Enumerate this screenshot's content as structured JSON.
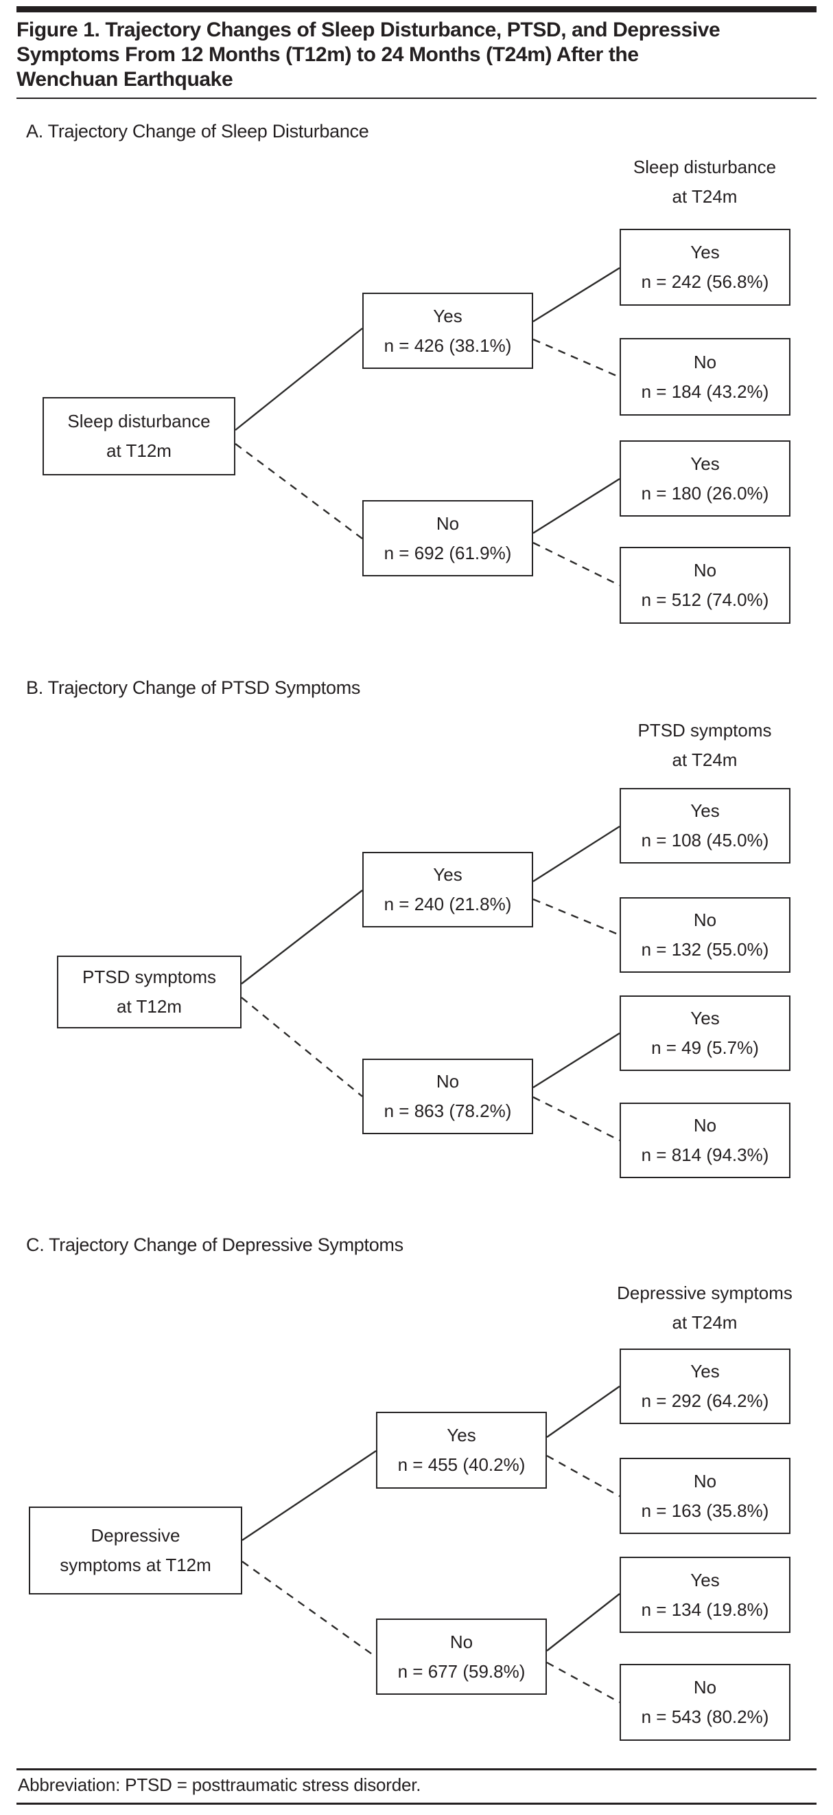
{
  "figure": {
    "title": "Figure 1. Trajectory Changes of Sleep Disturbance, PTSD, and Depressive Symptoms From 12 Months (T12m) to 24 Months (T24m) After the Wenchuan Earthquake",
    "title_lines": [
      "Figure 1. Trajectory Changes of Sleep Disturbance, PTSD, and Depressive",
      "Symptoms From 12 Months (T12m) to 24 Months (T24m) After the",
      "Wenchuan Earthquake"
    ],
    "footnote": "Abbreviation: PTSD = posttraumatic stress disorder."
  },
  "colors": {
    "ink": "#231f20",
    "box_border": "#262425",
    "connector": "#2b2a29",
    "background": "#ffffff"
  },
  "panels": [
    {
      "id": "A",
      "heading": "A. Trajectory Change of Sleep Disturbance",
      "outcome_header": {
        "line1": "Sleep disturbance",
        "line2": "at T24m"
      },
      "root": {
        "line1": "Sleep disturbance",
        "line2": "at T12m"
      },
      "yes": {
        "line1": "Yes",
        "line2": "n = 426 (38.1%)"
      },
      "no": {
        "line1": "No",
        "line2": "n = 692 (61.9%)"
      },
      "yes_yes": {
        "line1": "Yes",
        "line2": "n = 242 (56.8%)"
      },
      "yes_no": {
        "line1": "No",
        "line2": "n = 184 (43.2%)"
      },
      "no_yes": {
        "line1": "Yes",
        "line2": "n = 180 (26.0%)"
      },
      "no_no": {
        "line1": "No",
        "line2": "n = 512 (74.0%)"
      }
    },
    {
      "id": "B",
      "heading": "B. Trajectory Change of PTSD Symptoms",
      "outcome_header": {
        "line1": "PTSD symptoms",
        "line2": "at T24m"
      },
      "root": {
        "line1": "PTSD symptoms",
        "line2": "at T12m"
      },
      "yes": {
        "line1": "Yes",
        "line2": "n = 240 (21.8%)"
      },
      "no": {
        "line1": "No",
        "line2": "n = 863 (78.2%)"
      },
      "yes_yes": {
        "line1": "Yes",
        "line2": "n = 108 (45.0%)"
      },
      "yes_no": {
        "line1": "No",
        "line2": "n = 132 (55.0%)"
      },
      "no_yes": {
        "line1": "Yes",
        "line2": "n = 49 (5.7%)"
      },
      "no_no": {
        "line1": "No",
        "line2": "n = 814 (94.3%)"
      }
    },
    {
      "id": "C",
      "heading": "C. Trajectory Change of Depressive Symptoms",
      "outcome_header": {
        "line1": "Depressive symptoms",
        "line2": "at T24m"
      },
      "root": {
        "line1": "Depressive",
        "line2": "symptoms at T12m"
      },
      "yes": {
        "line1": "Yes",
        "line2": "n = 455 (40.2%)"
      },
      "no": {
        "line1": "No",
        "line2": "n = 677 (59.8%)"
      },
      "yes_yes": {
        "line1": "Yes",
        "line2": "n = 292 (64.2%)"
      },
      "yes_no": {
        "line1": "No",
        "line2": "n = 163 (35.8%)"
      },
      "no_yes": {
        "line1": "Yes",
        "line2": "n = 134 (19.8%)"
      },
      "no_no": {
        "line1": "No",
        "line2": "n = 543 (80.2%)"
      }
    }
  ]
}
